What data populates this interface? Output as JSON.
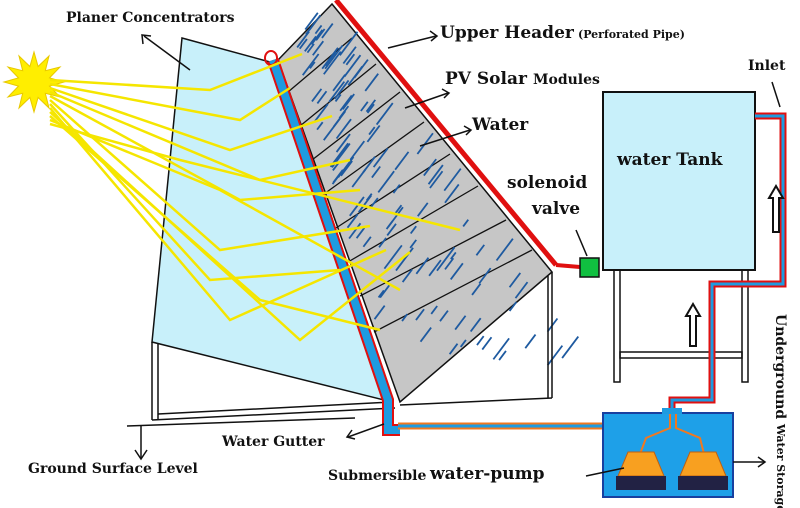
{
  "diagram": {
    "labels": {
      "planer_concentrators": "Planer Concentrators",
      "upper_header": "Upper Header",
      "upper_header_note": "(Perforated Pipe)",
      "pv_solar": "PV Solar",
      "pv_modules": "Modules",
      "water": "Water",
      "inlet": "Inlet",
      "water_tank": "water Tank",
      "solenoid": "solenoid",
      "valve": "valve",
      "underground_1": "Underground",
      "underground_2": "Water Storage",
      "water_gutter": "Water Gutter",
      "ground_surface": "Ground Surface Level",
      "submersible": "Submersible",
      "water_pump": "water-pump"
    },
    "colors": {
      "sun": "#ffee00",
      "ray": "#f5e600",
      "concentrator": "#c8f0fa",
      "panel": "#c6c6c6",
      "water_streak": "#1e5aa0",
      "pipe_blue": "#1e9be0",
      "pipe_red": "#e01010",
      "pipe_orange": "#f07820",
      "valve": "#10c040",
      "tank": "#c8f0fa",
      "storage": "#1ea0e8",
      "pump": "#f8a020"
    }
  }
}
